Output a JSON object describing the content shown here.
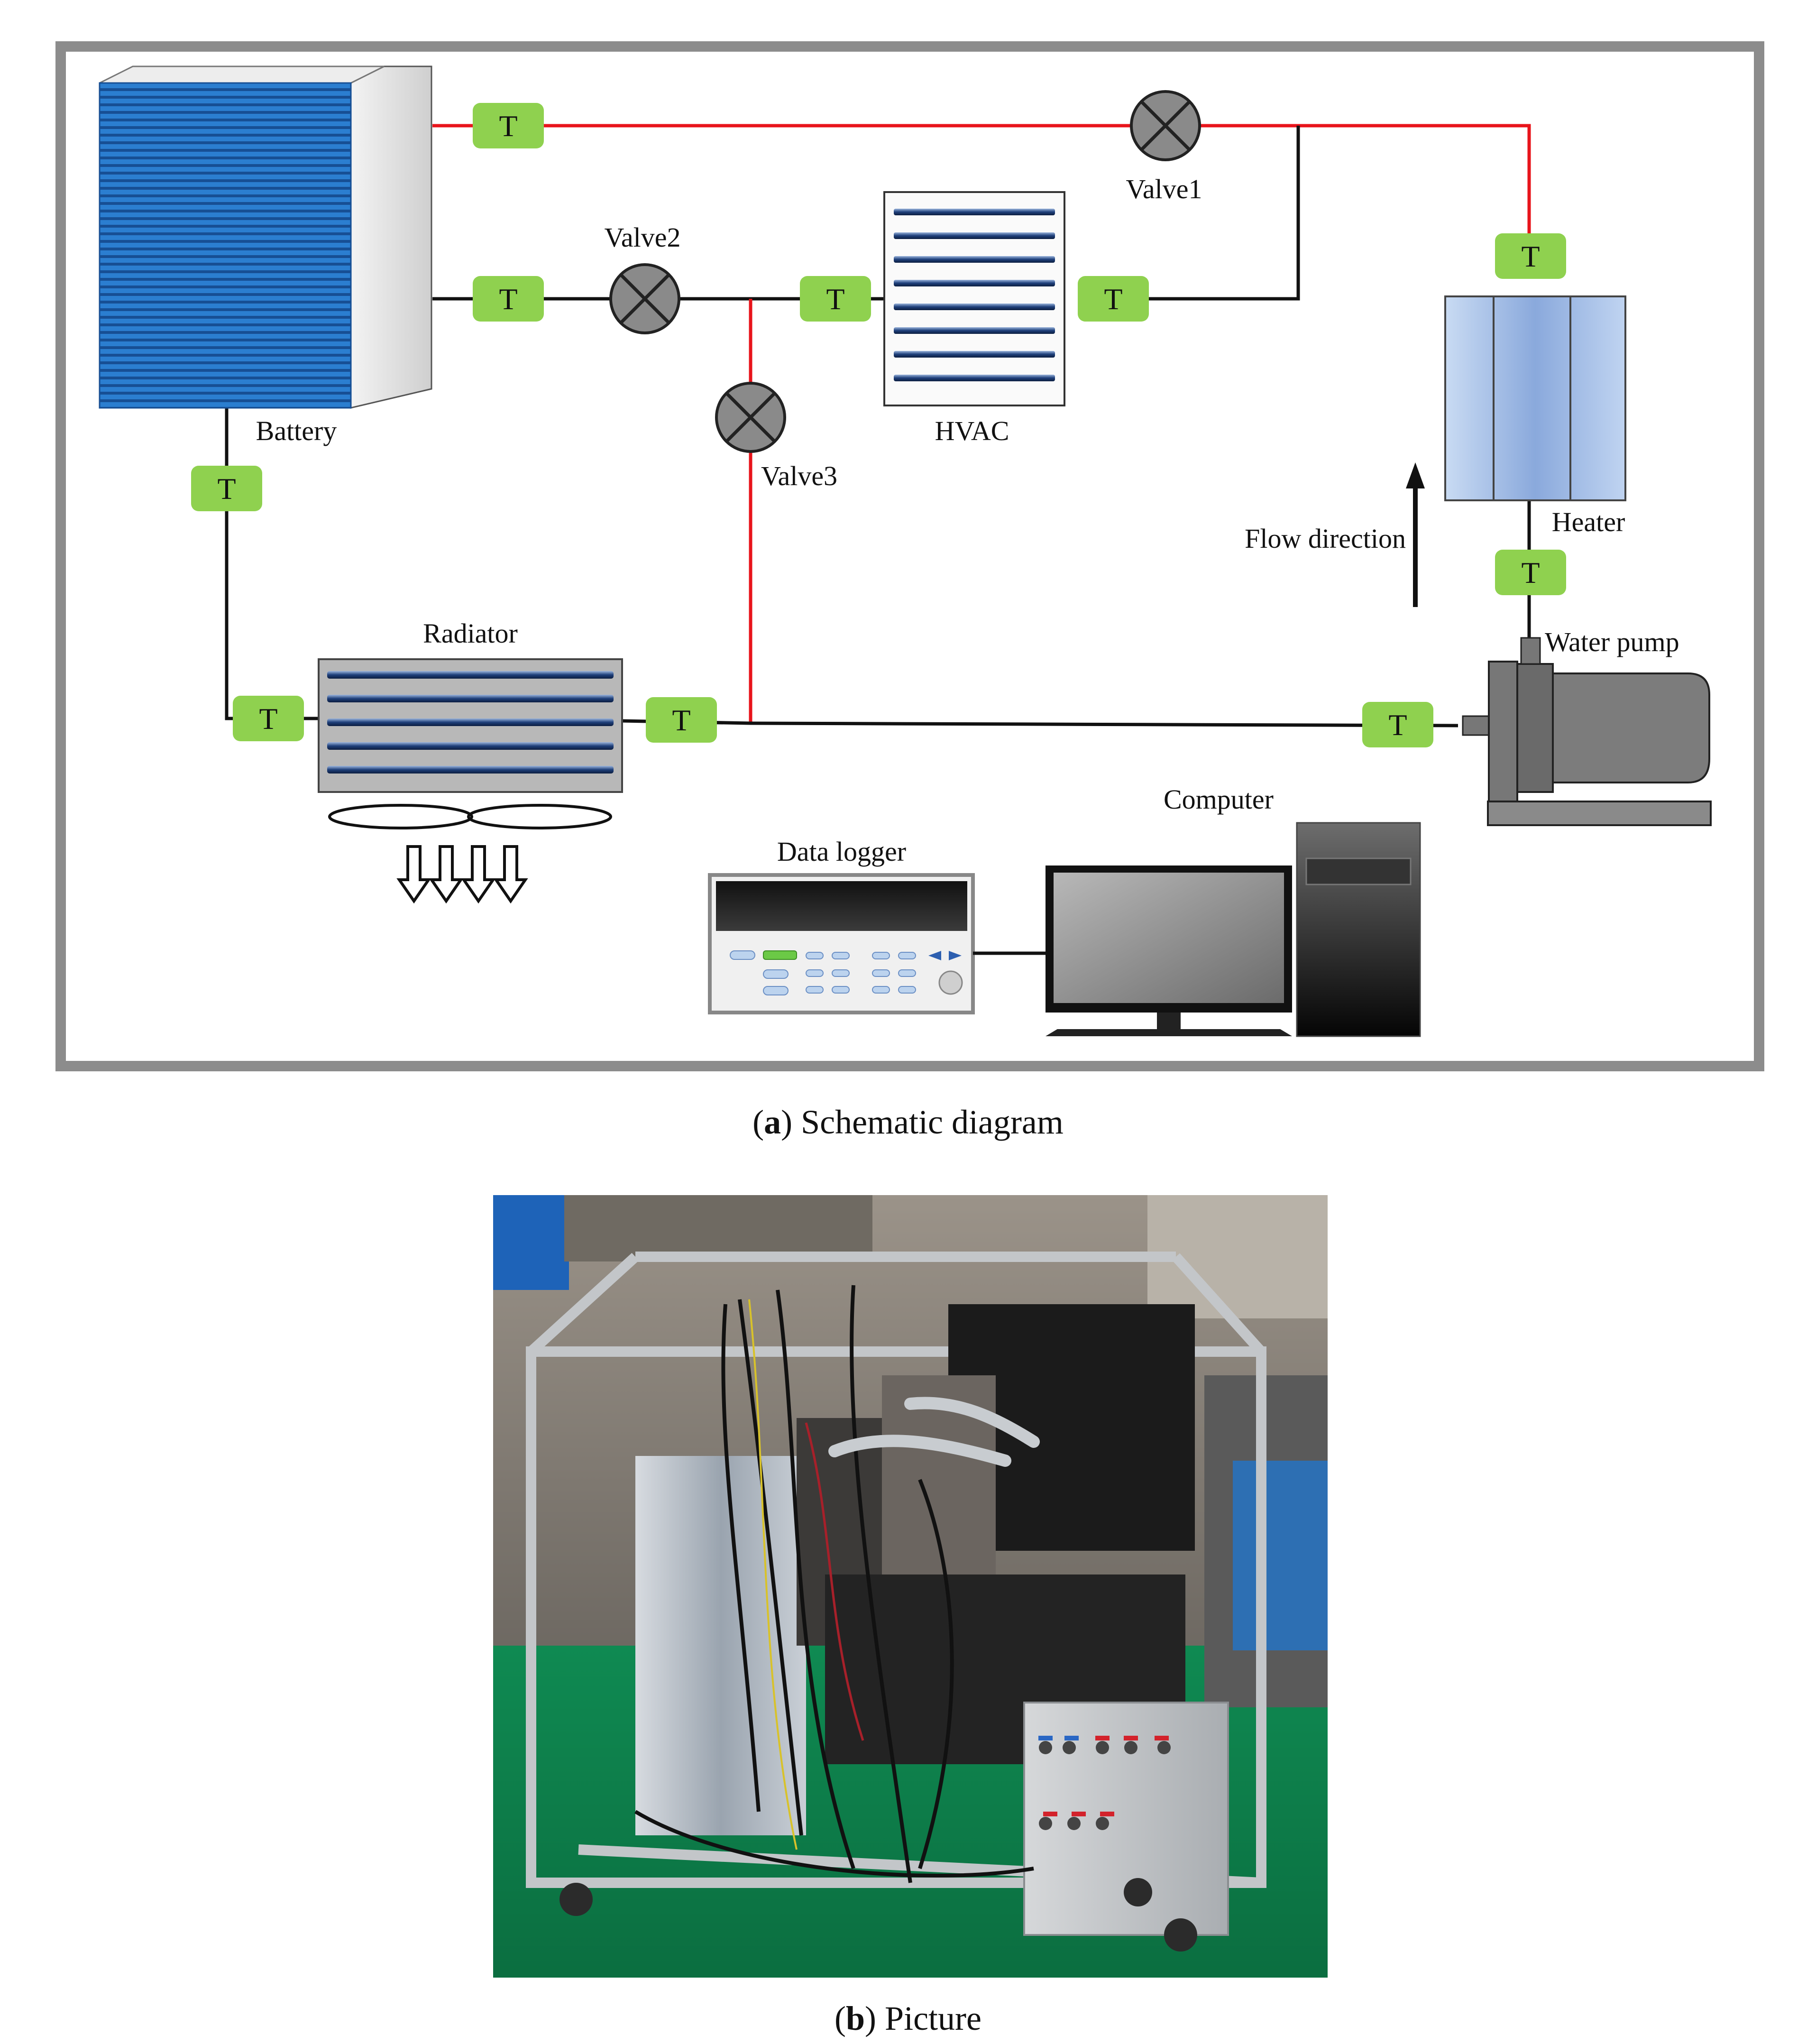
{
  "diagram": {
    "labels": {
      "battery": "Battery",
      "radiator": "Radiator",
      "hvac": "HVAC",
      "heater": "Heater",
      "water_pump": "Water pump",
      "valve1": "Valve1",
      "valve2": "Valve2",
      "valve3": "Valve3",
      "flow_direction": "Flow direction",
      "data_logger": "Data logger",
      "computer": "Computer",
      "sensor": "T"
    },
    "colors": {
      "frame": "#8c8c8c",
      "hot_line": "#e8141b",
      "cold_line": "#111111",
      "sensor_fill": "#8fd14f",
      "battery_blue": "#1f6fbf",
      "heater_blue": "#a8c4ea",
      "valve_gray": "#8a8a8a"
    }
  },
  "captions": {
    "a_letter": "a",
    "a_text": "Schematic diagram",
    "b_letter": "b",
    "b_text": "Picture"
  },
  "photo": {
    "description_icon": "test-rig-photo"
  }
}
